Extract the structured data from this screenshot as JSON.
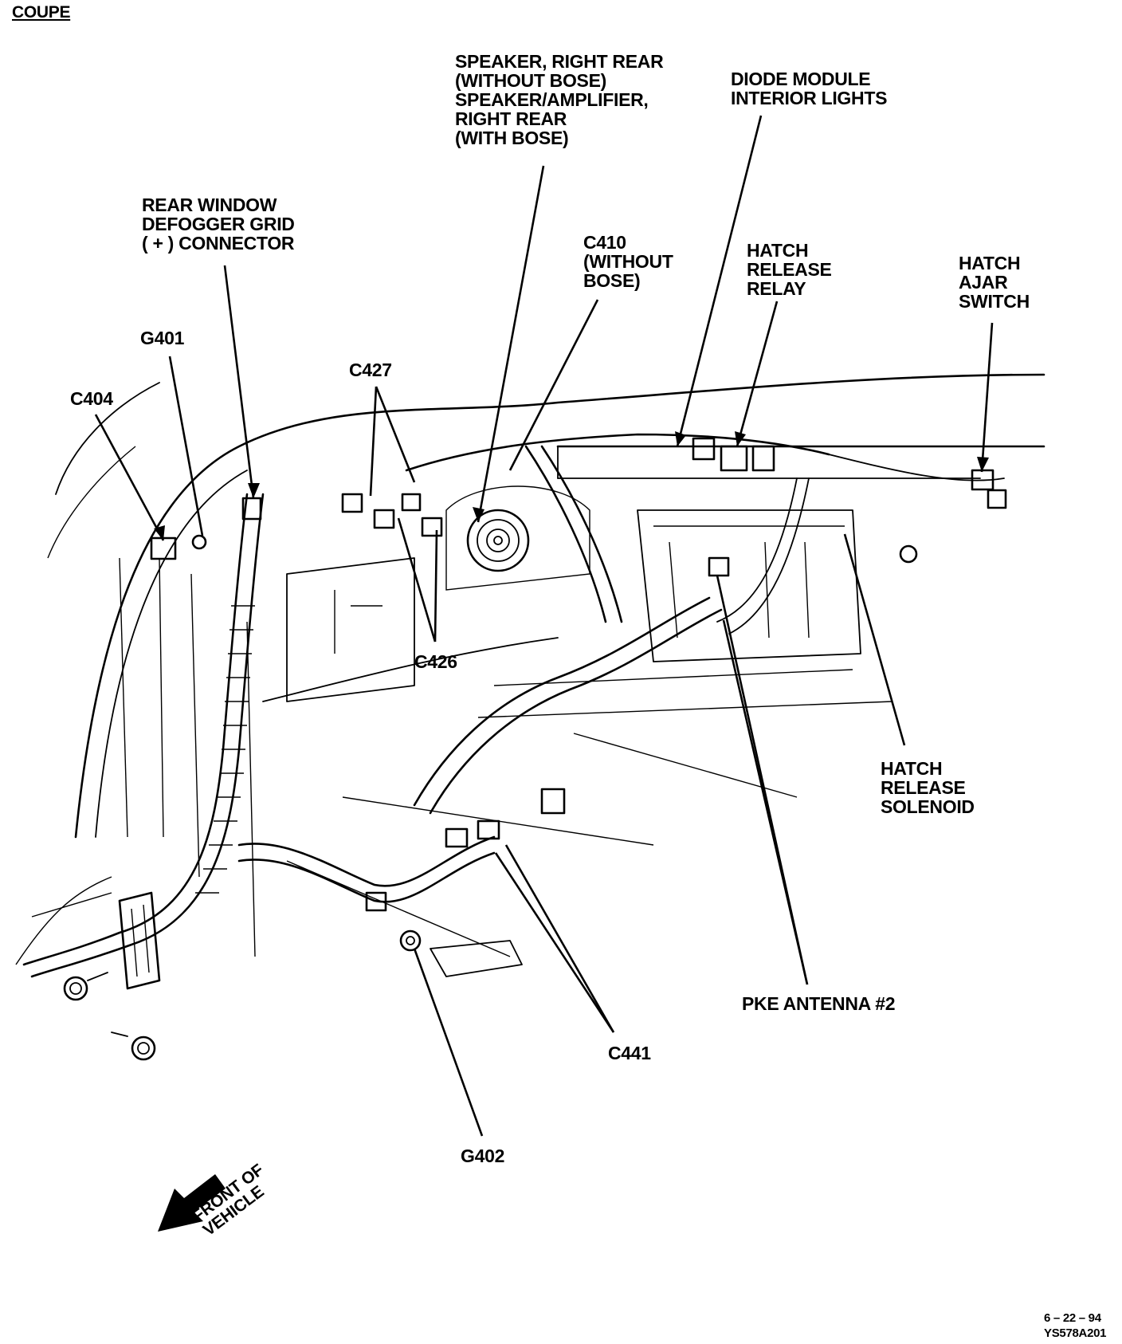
{
  "title": "COUPE",
  "labels": {
    "speaker": "SPEAKER, RIGHT REAR\n(WITHOUT BOSE)\nSPEAKER/AMPLIFIER,\nRIGHT REAR\n(WITH BOSE)",
    "diode": "DIODE MODULE\nINTERIOR LIGHTS",
    "defogger": "REAR WINDOW\nDEFOGGER GRID\n( + ) CONNECTOR",
    "c410": "C410\n(WITHOUT\nBOSE)",
    "hatch_relay": "HATCH\nRELEASE\nRELAY",
    "hatch_ajar": "HATCH\nAJAR\nSWITCH",
    "g401": "G401",
    "c427": "C427",
    "c404": "C404",
    "c426": "C426",
    "hatch_solenoid": "HATCH\nRELEASE\nSOLENOID",
    "pke": "PKE ANTENNA #2",
    "c441": "C441",
    "g402": "G402",
    "front": "FRONT OF\nVEHICLE",
    "date": "6 – 22 – 94",
    "code": "YS578A201"
  }
}
